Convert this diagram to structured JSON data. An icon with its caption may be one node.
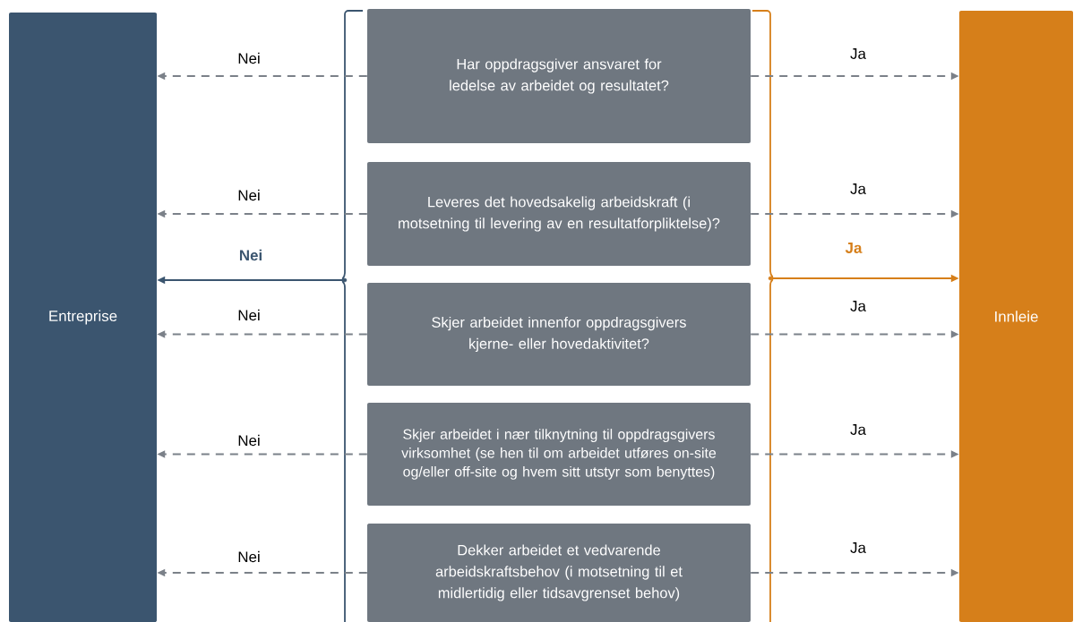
{
  "diagram": {
    "nodes": [
      {
        "text": [
          "Entreprise"
        ]
      },
      {
        "text": [
          "Innleie"
        ]
      },
      {
        "text": [
          "Har oppdragsgiver ansvaret for ledelse av arbeidet og resultatet?"
        ]
      },
      {
        "text": [
          "Leveres det hovedsakelig arbeidskraft (i motsetning til levering av en resultatforpliktelse)?"
        ]
      },
      {
        "text": [
          "Skjer arbeidet innenfor oppdragsgivers kjerne- eller hovedaktivitet?"
        ]
      },
      {
        "text": [
          "Skjer arbeidet i nær tilknytning til oppdragsgivers virksomhet (se hen til om arbeidet utføres on-site og/eller off-site og hvem sitt utstyr som benyttes)"
        ]
      },
      {
        "text": [
          "Dekker arbeidet et vedvarende arbeidskraftsbehov (i motsetning til et midlertidig eller tidsavgrenset behov)"
        ]
      },
      {
        "text": [],
        "shape": "bracket"
      },
      {
        "text": [],
        "shape": "bracket"
      }
    ],
    "edges": [
      {
        "from": 2,
        "to": 0,
        "arrow": "to",
        "label": "Nei",
        "style": "dashed"
      },
      {
        "from": 2,
        "to": 1,
        "arrow": "to",
        "label": "Ja",
        "style": "dashed"
      },
      {
        "from": 3,
        "to": 0,
        "arrow": "to",
        "label": "Nei",
        "style": "dashed"
      },
      {
        "from": 3,
        "to": 1,
        "arrow": "to",
        "label": "Ja",
        "style": "dashed"
      },
      {
        "from": 7,
        "to": 0,
        "arrow": "to",
        "label": "Nei",
        "color": "#3b556f"
      },
      {
        "from": 8,
        "to": 1,
        "arrow": "to",
        "label": "Ja",
        "color": "#d67f1a"
      },
      {
        "from": 4,
        "to": 0,
        "arrow": "to",
        "label": "Nei",
        "style": "dashed"
      },
      {
        "from": 4,
        "to": 1,
        "arrow": "to",
        "label": "Ja",
        "style": "dashed"
      },
      {
        "from": 5,
        "to": 0,
        "arrow": "to",
        "label": "Nei",
        "style": "dashed"
      },
      {
        "from": 5,
        "to": 1,
        "arrow": "to",
        "label": "Ja",
        "style": "dashed"
      },
      {
        "from": 6,
        "to": 0,
        "arrow": "to",
        "label": "Nei",
        "style": "dashed"
      },
      {
        "from": 6,
        "to": 1,
        "arrow": "to",
        "label": "Ja",
        "style": "dashed"
      }
    ]
  }
}
